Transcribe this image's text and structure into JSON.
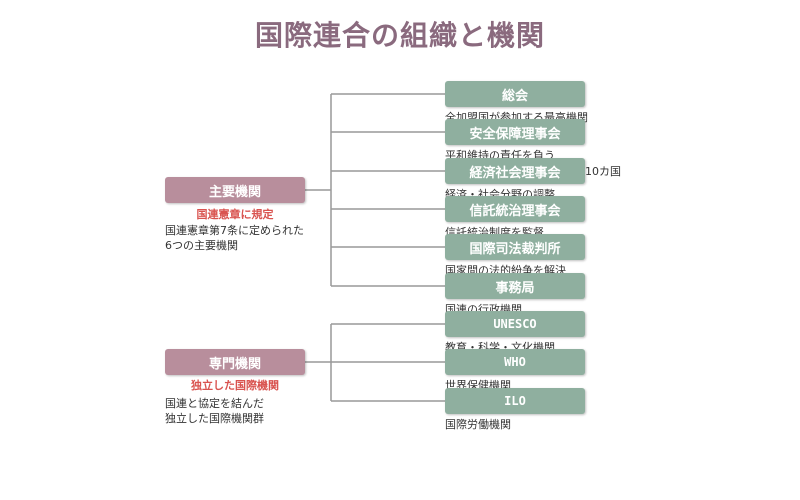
{
  "title": "国際連合の組織と機関",
  "main_organs": {
    "label": "主要機関",
    "sub": "国連憲章に規定",
    "desc_line1": "国連憲章第7条に定められた",
    "desc_line2": "6つの主要機関",
    "items": [
      {
        "label": "総会",
        "desc": "全加盟国が参加する最高機関"
      },
      {
        "label": "安全保障理事会",
        "desc": "平和維持の責任を負う"
      },
      {
        "label": "経済社会理事会",
        "desc": "経済・社会分野の調整",
        "extra": "10カ国"
      },
      {
        "label": "信託統治理事会",
        "desc": "信託統治制度を監督"
      },
      {
        "label": "国際司法裁判所",
        "desc": "国家間の法的紛争を解決"
      },
      {
        "label": "事務局",
        "desc": "国連の行政機関"
      }
    ]
  },
  "specialized_agencies": {
    "label": "専門機関",
    "sub": "独立した国際機関",
    "desc_line1": "国連と協定を結んだ",
    "desc_line2": "独立した国際機関群",
    "items": [
      {
        "label": "UNESCO",
        "desc": "教育・科学・文化機関"
      },
      {
        "label": "WHO",
        "desc": "世界保健機関"
      },
      {
        "label": "ILO",
        "desc": "国際労働機関"
      }
    ]
  },
  "colors": {
    "title": "#8a6a7e",
    "category": "#b88e9c",
    "node": "#8faf9f",
    "subtitle": "#d9534f",
    "connector": "#999999"
  }
}
